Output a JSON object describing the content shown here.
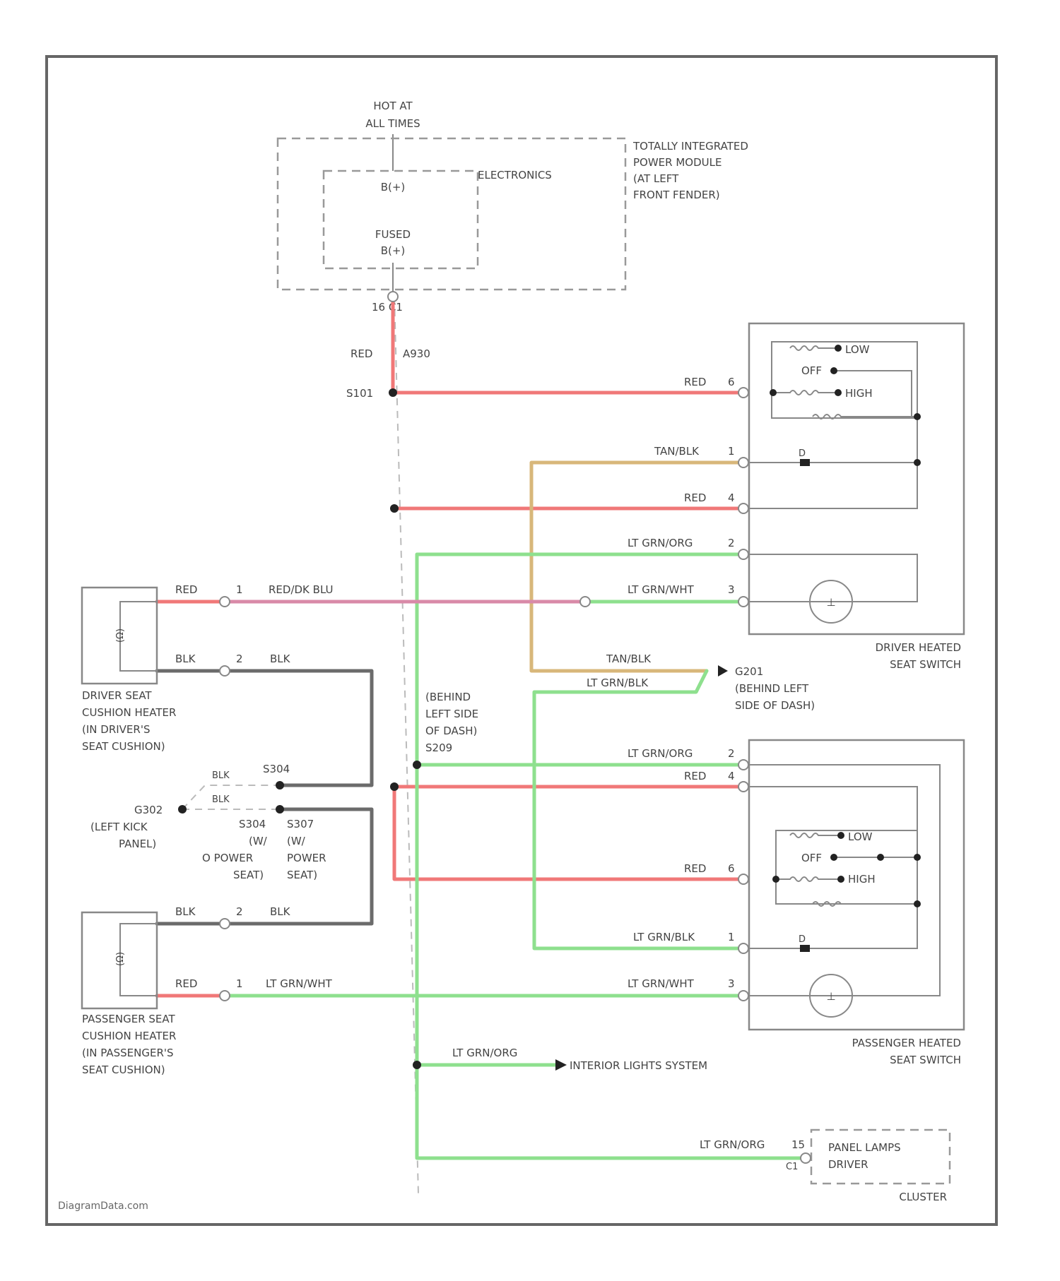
{
  "colors": {
    "red": "#f07878",
    "green": "#8ee08e",
    "tan": "#d8b77a",
    "blk": "#6b6b6b",
    "pink": "#d98aa8"
  },
  "module": {
    "hot_line1": "HOT AT",
    "hot_line2": "ALL TIMES",
    "name_line1": "TOTALLY INTEGRATED",
    "name_line2": "POWER MODULE",
    "name_line3": "(AT LEFT",
    "name_line4": "FRONT FENDER)",
    "electronics": "ELECTRONICS",
    "b_plus": "B(+)",
    "fused_line1": "FUSED",
    "fused_line2": "B(+)",
    "pin": "16 C1"
  },
  "wires": {
    "red_main": "RED",
    "circuit": "A930",
    "splice_s101": "S101",
    "red_6_driver": "RED",
    "pin6_driver": "6",
    "tan_blk": "TAN/BLK",
    "pin1_driver": "1",
    "red_4_driver": "RED",
    "pin4_driver": "4",
    "lt_grn_org_2": "LT GRN/ORG",
    "pin2_driver": "2",
    "lt_grn_wht_3": "LT GRN/WHT",
    "pin3_driver": "3",
    "red_heater": "RED",
    "pin1_heater": "1",
    "red_dk_blu": "RED/DK BLU",
    "blk_left": "BLK",
    "pin2_heater": "2",
    "blk_right": "BLK",
    "tan_blk_2": "TAN/BLK",
    "lt_grn_blk": "LT GRN/BLK",
    "g201_id": "G201",
    "g201_line1": "(BEHIND LEFT",
    "g201_line2": "SIDE OF DASH)",
    "s209_line1": "(BEHIND",
    "s209_line2": "LEFT SIDE",
    "s209_line3": "OF DASH)",
    "s209_id": "S209",
    "lt_grn_org_2p": "LT GRN/ORG",
    "pin2_pass": "2",
    "red_4p": "RED",
    "pin4_pass": "4",
    "red_6p": "RED",
    "pin6_pass": "6",
    "lt_grn_blk_1p": "LT GRN/BLK",
    "pin1_pass": "1",
    "lt_grn_wht_3p": "LT GRN/WHT",
    "pin3_pass": "3",
    "blk_s304": "BLK",
    "s304": "S304",
    "blk_s307": "BLK",
    "g302": "G302",
    "g302_line1": "(LEFT KICK",
    "g302_line2": "PANEL)",
    "s304_b": "S304",
    "s304_b2": "(W/",
    "s304_b3": "O POWER",
    "s304_b4": "SEAT)",
    "s307_b": "S307",
    "s307_b2": "(W/",
    "s307_b3": "POWER",
    "s307_b4": "SEAT)",
    "blk_p_left": "BLK",
    "pin2_pheater": "2",
    "blk_p_right": "BLK",
    "red_pheater": "RED",
    "pin1_pheater": "1",
    "lt_grn_wht_p": "LT GRN/WHT",
    "lt_grn_org_int": "LT GRN/ORG",
    "interior": "INTERIOR LIGHTS SYSTEM",
    "lt_grn_org_cl": "LT GRN/ORG",
    "pin_cl": "15",
    "pin_cl2": "C1"
  },
  "driver_switch": {
    "low": "LOW",
    "off": "OFF",
    "high": "HIGH",
    "name_line1": "DRIVER HEATED",
    "name_line2": "SEAT SWITCH",
    "d_label": "D"
  },
  "passenger_switch": {
    "low": "LOW",
    "off": "OFF",
    "high": "HIGH",
    "name_line1": "PASSENGER HEATED",
    "name_line2": "SEAT SWITCH",
    "d_label": "D"
  },
  "driver_heater": {
    "line1": "DRIVER SEAT",
    "line2": "CUSHION HEATER",
    "line3": "(IN DRIVER'S",
    "line4": "SEAT CUSHION)",
    "symbol": "(Ω)"
  },
  "passenger_heater": {
    "line1": "PASSENGER SEAT",
    "line2": "CUSHION HEATER",
    "line3": "(IN PASSENGER'S",
    "line4": "SEAT CUSHION)",
    "symbol": "(Ω)"
  },
  "cluster": {
    "line1": "PANEL LAMPS",
    "line2": "DRIVER",
    "name": "CLUSTER"
  },
  "footer": "DiagramData.com"
}
